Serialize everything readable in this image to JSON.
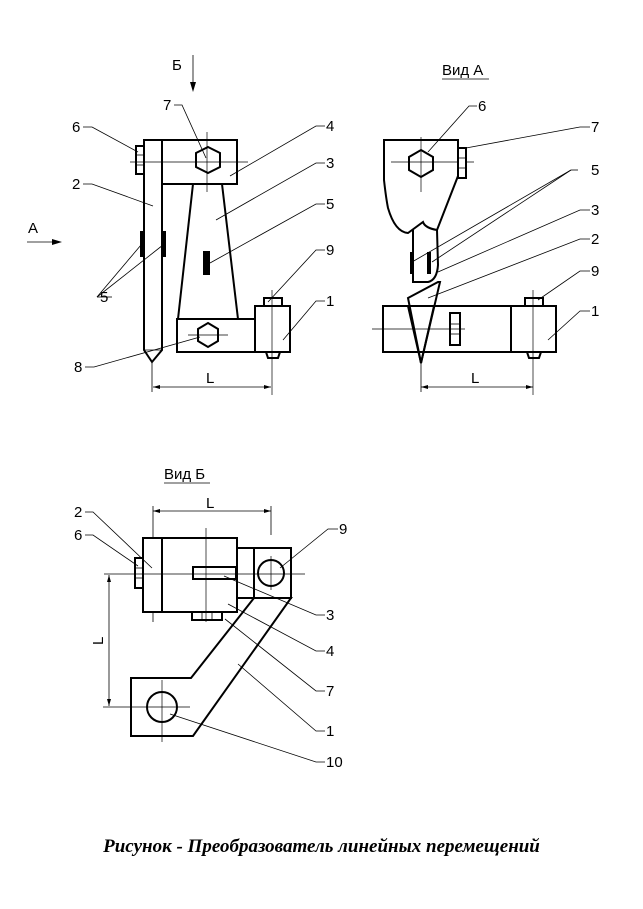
{
  "caption": "Рисунок  - Преобразователь линейных перемещений",
  "views": {
    "front": {
      "direction_label_A": "А",
      "direction_label_B": "Б",
      "dimension": "L",
      "callouts": [
        "6",
        "7",
        "2",
        "4",
        "3",
        "5",
        "5",
        "9",
        "1",
        "8"
      ]
    },
    "view_a": {
      "title": "Вид А",
      "dimension": "L",
      "callouts": [
        "6",
        "7",
        "5",
        "3",
        "2",
        "9",
        "1"
      ]
    },
    "view_b": {
      "title": "Вид Б",
      "dimension_horizontal": "L",
      "dimension_vertical": "L",
      "callouts": [
        "2",
        "6",
        "9",
        "3",
        "4",
        "7",
        "1",
        "10"
      ]
    }
  }
}
